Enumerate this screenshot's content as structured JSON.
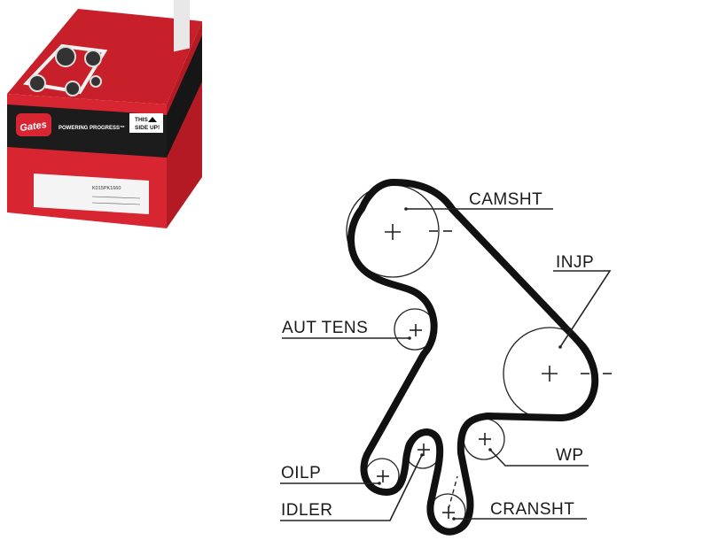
{
  "product_box": {
    "brand": "Gates",
    "tagline": "POWERING PROGRESS™",
    "side_up_line1": "THIS",
    "side_up_line2": "SIDE UP!",
    "part_number": "K015PK1660"
  },
  "diagram": {
    "labels": {
      "camsht": "CAMSHT",
      "injp": "INJP",
      "aut_tens": "AUT TENS",
      "oilp": "OILP",
      "idler": "IDLER",
      "wp": "WP",
      "cranksht": "CRANSHT"
    }
  }
}
